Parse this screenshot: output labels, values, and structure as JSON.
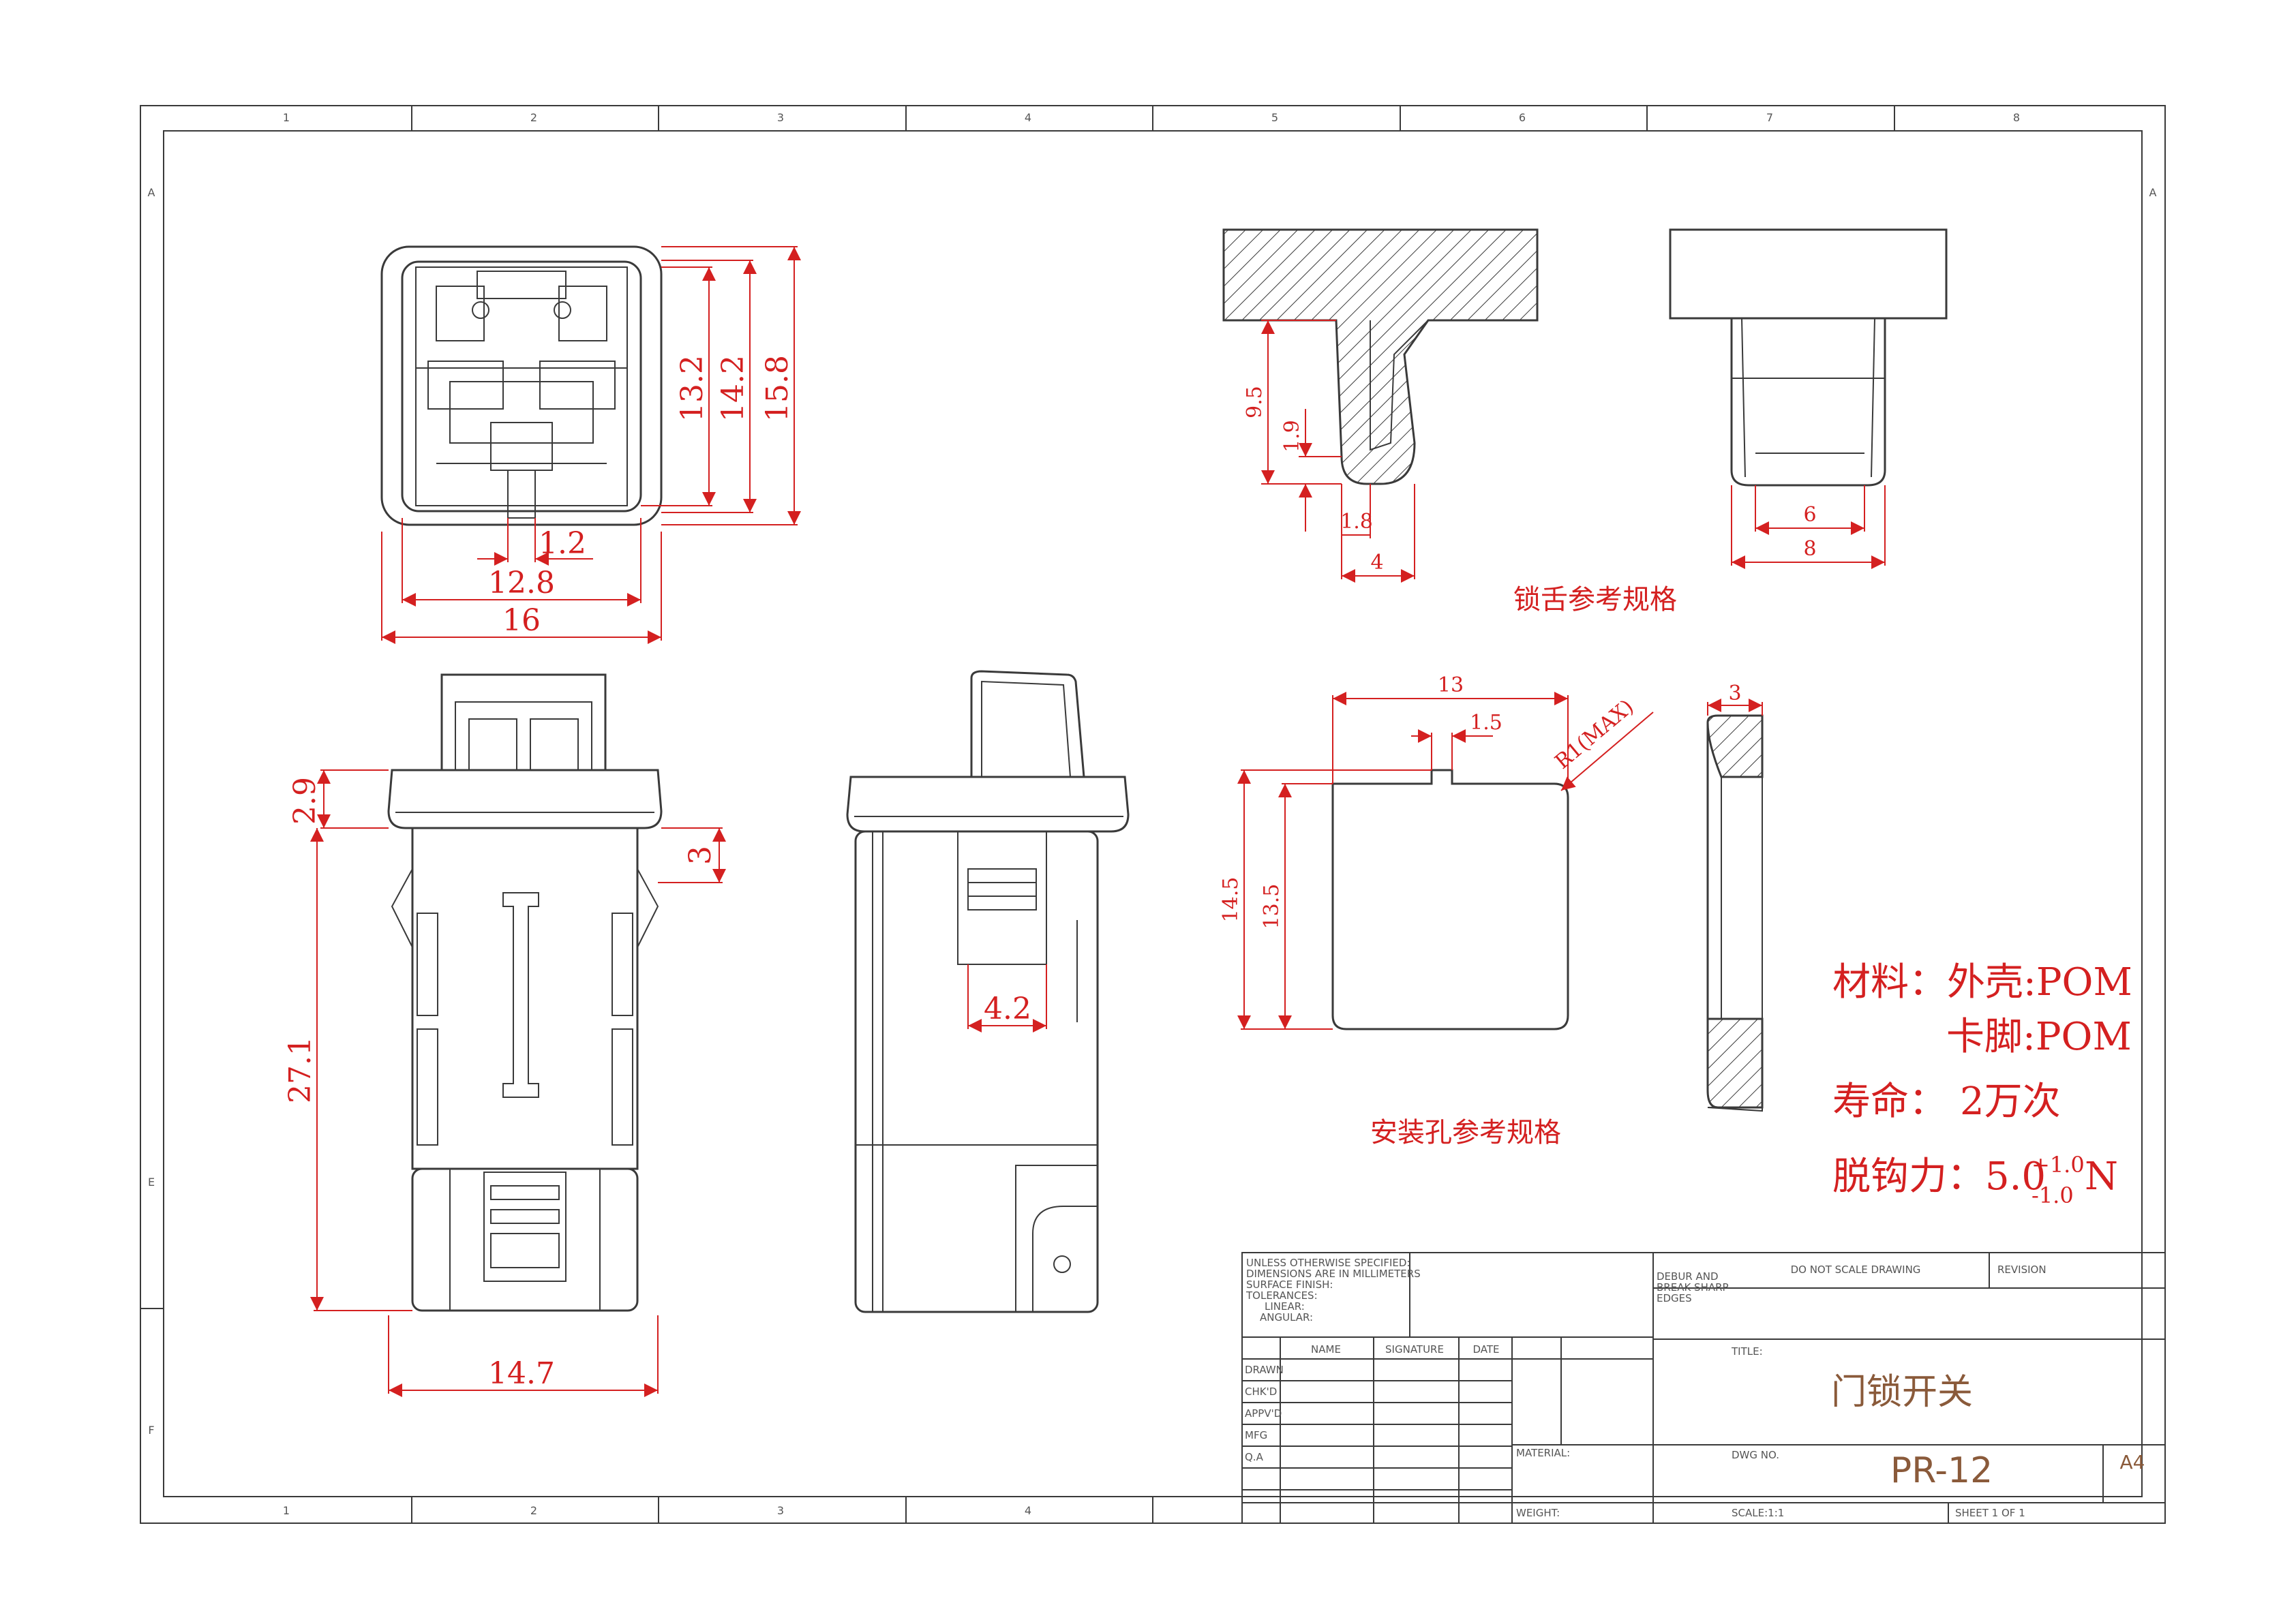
{
  "border": {
    "cols_top": [
      "1",
      "2",
      "3",
      "4",
      "5",
      "6",
      "7",
      "8"
    ],
    "cols_bottom": [
      "1",
      "2",
      "3",
      "4"
    ],
    "rows_left": [
      "A",
      "E",
      "F"
    ],
    "rows_right": [
      "A"
    ]
  },
  "views": {
    "top_view": {
      "dims": [
        "13.2",
        "14.2",
        "15.8",
        "1.2",
        "12.8",
        "16"
      ]
    },
    "front_view": {
      "dims": [
        "2.9",
        "3",
        "27.1",
        "14.7"
      ]
    },
    "side_view": {
      "dims": [
        "4.2"
      ]
    },
    "tongue_section": {
      "dims": [
        "9.5",
        "1.9",
        "1.8",
        "4"
      ]
    },
    "tongue_end": {
      "dims": [
        "6",
        "8"
      ]
    },
    "tongue_caption": "锁舌参考规格",
    "hole_view": {
      "dims": [
        "13",
        "1.5",
        "R1(MAX)",
        "14.5",
        "13.5"
      ]
    },
    "hole_section": {
      "dims": [
        "3"
      ]
    },
    "hole_caption": "安装孔参考规格"
  },
  "specs": {
    "material_label": "材料：外壳:POM",
    "material_line2": "卡脚:POM",
    "life_label": "寿命：",
    "life_value": "2万次",
    "force_label": "脱钩力：5.0",
    "force_plus": "+1.0",
    "force_minus": "-1.0",
    "force_unit": "N"
  },
  "title_block": {
    "notes": [
      "UNLESS OTHERWISE SPECIFIED:",
      "DIMENSIONS ARE IN MILLIMETERS",
      "SURFACE FINISH:",
      "TOLERANCES:",
      "LINEAR:",
      "ANGULAR:"
    ],
    "debur": [
      "DEBUR AND",
      "BREAK SHARP",
      "EDGES"
    ],
    "do_not_scale": "DO NOT SCALE DRAWING",
    "revision": "REVISION",
    "col_headers": [
      "NAME",
      "SIGNATURE",
      "DATE"
    ],
    "rows": [
      "DRAWN",
      "CHK'D",
      "APPV'D",
      "MFG",
      "Q.A"
    ],
    "material": "MATERIAL:",
    "weight": "WEIGHT:",
    "title_label": "TITLE:",
    "title": "门锁开关",
    "dwg_no_label": "DWG NO.",
    "dwg_no": "PR-12",
    "size": "A4",
    "scale": "SCALE:1:1",
    "sheet": "SHEET 1 OF 1"
  }
}
